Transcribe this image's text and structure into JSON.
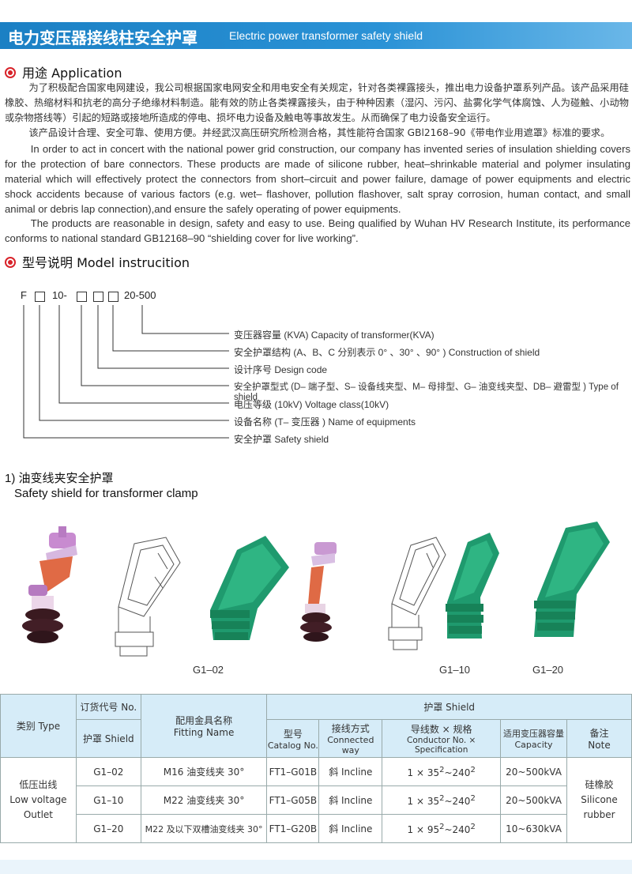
{
  "header": {
    "title_cn": "电力变压器接线柱安全护罩",
    "title_en": "Electric power transformer safety shield"
  },
  "application": {
    "heading": "用途 Application",
    "cn_p1": "为了积极配合国家电网建设，我公司根据国家电网安全和用电安全有关规定，针对各类裸露接头，推出电力设备护罩系列产品。该产品采用硅橡胶、热缩材料和抗老的高分子绝缘材料制造。能有效的防止各类裸露接头，由于种种因素（湿闪、污闪、盐雾化学气体腐蚀、人为碰触、小动物或杂物搭线等）引起的短路或接地所造成的停电、损坏电力设备及触电等事故发生。从而确保了电力设备安全运行。",
    "cn_p2": "该产品设计合理、安全可靠、使用方便。并经武汉高压研究所检测合格，其性能符合国家 GBl2168–90《带电作业用遮罩》标准的要求。",
    "en_p1": "In order to act in concert with the national power grid construction, our company has invented series of insulation shielding covers for the protection of bare connectors. These products are made of silicone rubber, heat–shrinkable material and polymer insulating material which will effectively protect the connectors from short–circuit and power failure, damage of power equipments and electric shock accidents because of various factors (e.g. wet– flashover, pollution flashover, salt spray corrosion, human contact, and small animal or debris lap connection),and ensure the safely operating of power equipments.",
    "en_p2": "The products are reasonable in design, safety and easy to use. Being qualified by Wuhan HV Research Institute, its performance conforms to national standard GB12168–90 “shielding cover for live working”."
  },
  "model": {
    "heading": "型号说明  Model instrucition",
    "code_f": "F",
    "code_10": "10-",
    "code_range": "20-500",
    "legend": [
      "变压器容量 (KVA)      Capacity of transformer(KVA)",
      "安全护罩结构 (A、B、C 分别表示 0° 、30° 、90° ) Construction of shield",
      "设计序号      Design code",
      "安全护罩型式 (D– 端子型、S– 设备线夹型、M– 母排型、G– 油变线夹型、DB– 避雷型 ) Type of shield",
      "电压等级 (10kV)      Voltage class(10kV)",
      "设备名称 (T– 变压器 )      Name of equipments",
      "安全护罩      Safety shield"
    ]
  },
  "section1": {
    "title_cn": "1) 油变线夹安全护罩",
    "title_en": "Safety shield for transformer clamp"
  },
  "captions": [
    "G1–02",
    "G1–10",
    "G1–20"
  ],
  "table": {
    "h_type": "类别 Type",
    "h_order": "订货代号 No.",
    "h_shield_code": "护罩 Shield",
    "h_fitting_cn": "配用金具名称",
    "h_fitting_en": "Fitting Name",
    "h_shield": "护罩 Shield",
    "h_model_cn": "型号",
    "h_model_en": "Catalog No.",
    "h_conn_cn": "接线方式",
    "h_conn_en": "Connected way",
    "h_spec_cn": "导线数 × 规格",
    "h_spec_en": "Conductor No. × Specification",
    "h_cap_cn": "适用变压器容量",
    "h_cap_en": "Capacity",
    "h_note_cn": "备注",
    "h_note_en": "Note",
    "type_cn": "低压出线",
    "type_en1": "Low voltage",
    "type_en2": "Outlet",
    "note_cn": "硅橡胶",
    "note_en1": "Silicone",
    "note_en2": "rubber",
    "rows": [
      {
        "code": "G1–02",
        "fitting": "M16 油变线夹 30°",
        "model": "FT1–G01B",
        "conn": "斜 Incline",
        "spec_n": "1 × 35",
        "spec_r": "~240",
        "cap": "20~500kVA"
      },
      {
        "code": "G1–10",
        "fitting": "M22 油变线夹 30°",
        "model": "FT1–G05B",
        "conn": "斜 Incline",
        "spec_n": "1 × 35",
        "spec_r": "~240",
        "cap": "20~500kVA"
      },
      {
        "code": "G1–20",
        "fitting": "M22 及以下双槽油变线夹 30°",
        "model": "FT1–G20B",
        "conn": "斜 Incline",
        "spec_n": "1 × 95",
        "spec_r": "~240",
        "cap": "10~630kVA"
      }
    ]
  }
}
